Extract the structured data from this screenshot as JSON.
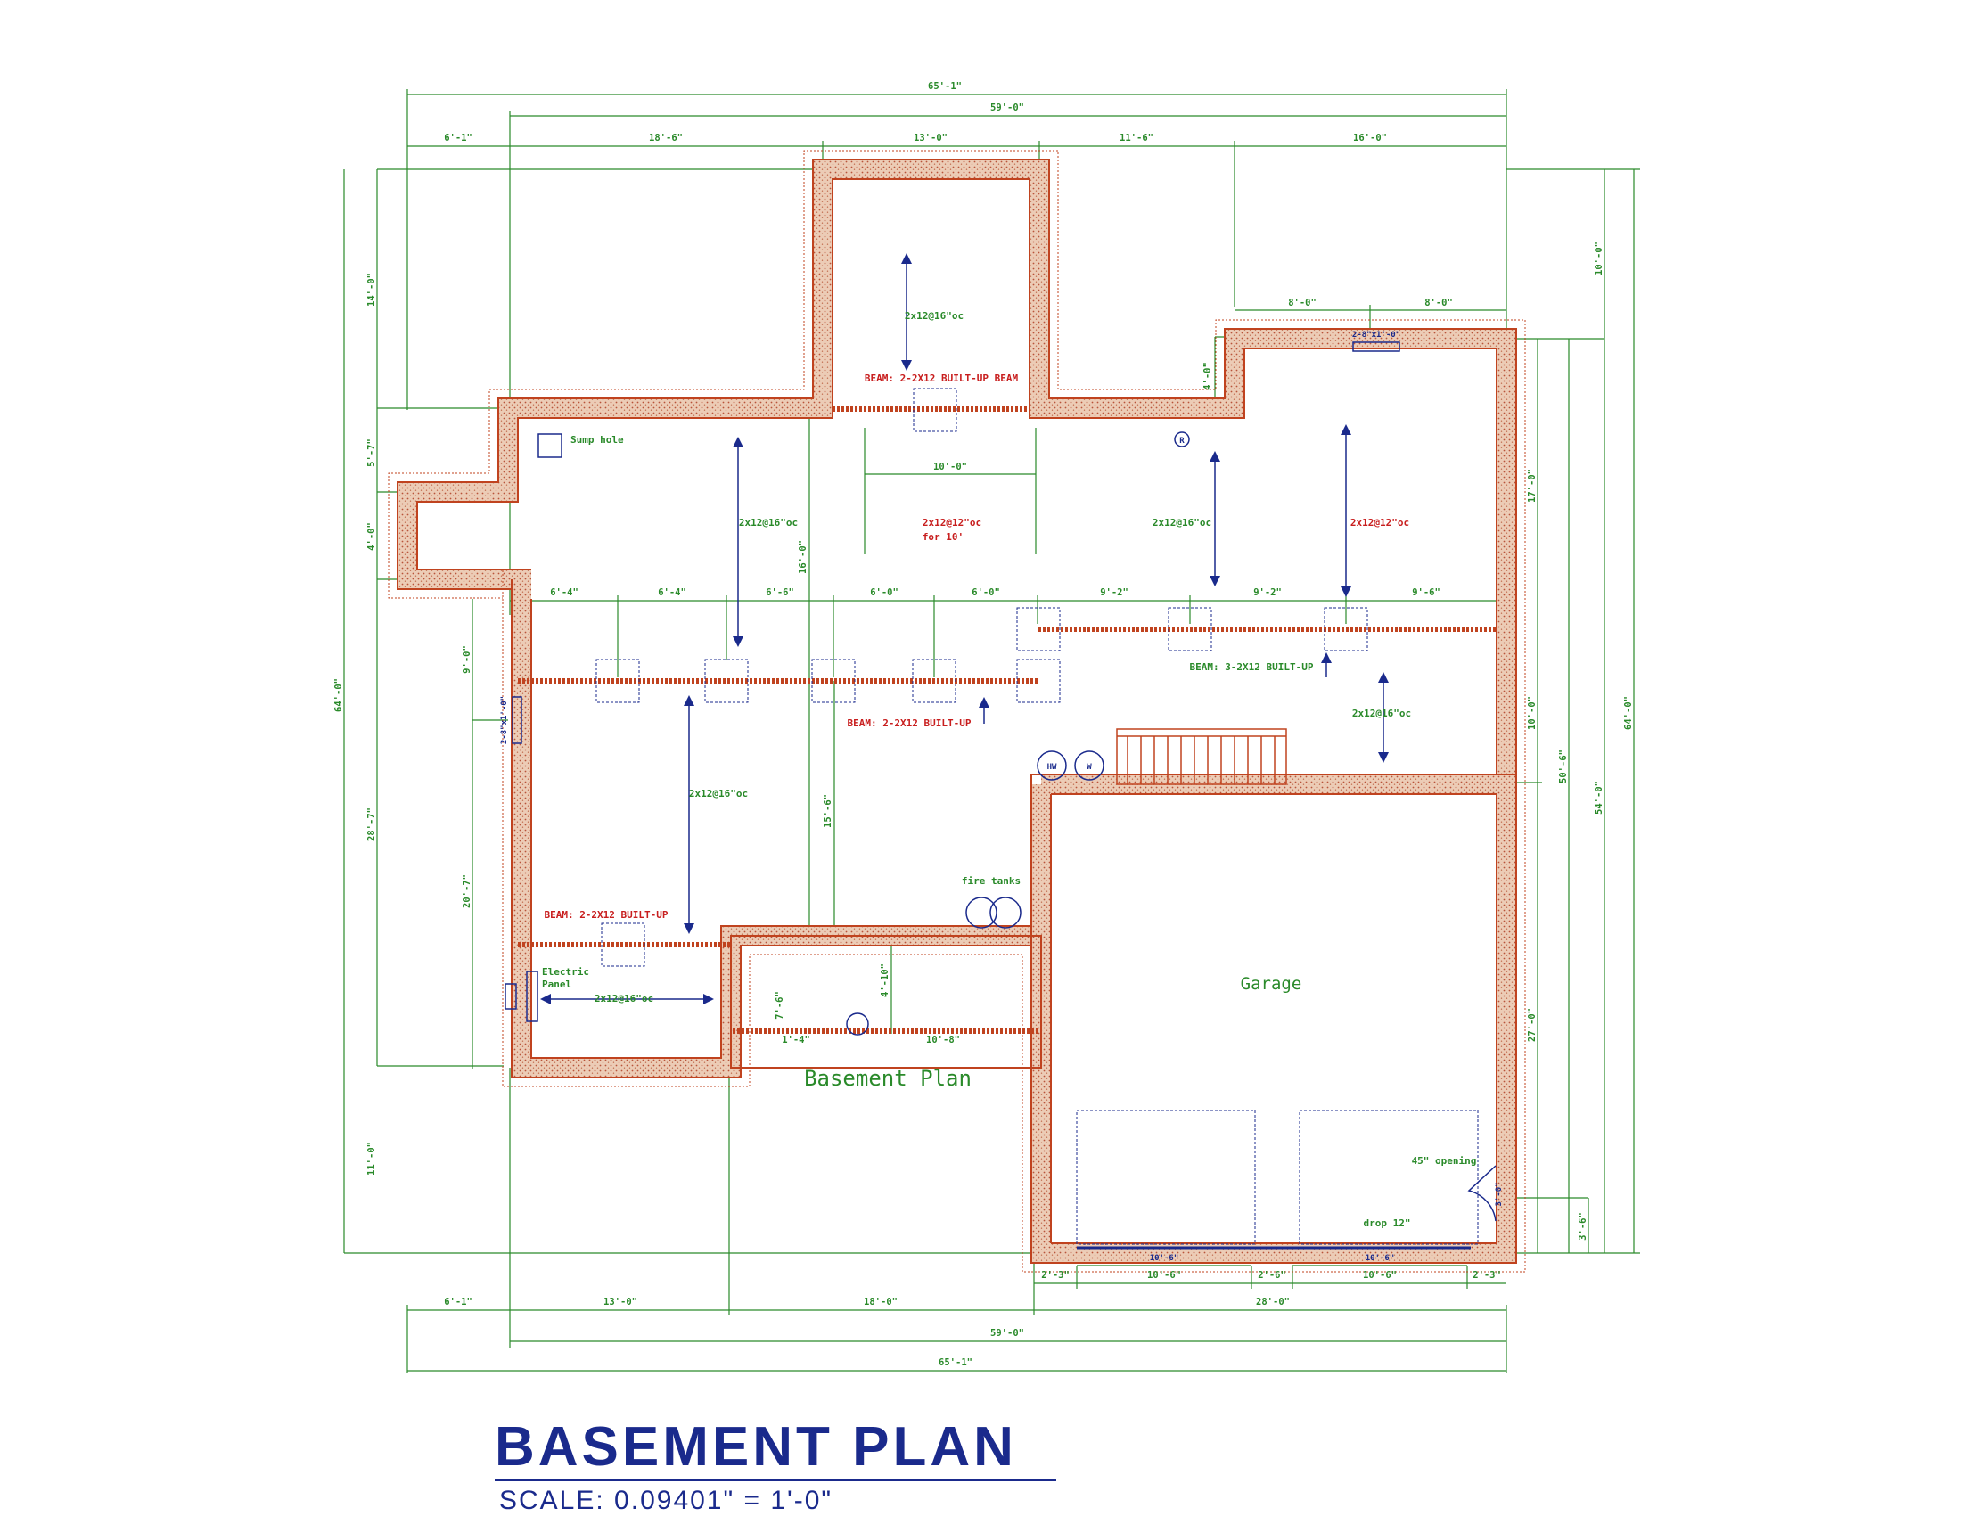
{
  "title": "BASEMENT PLAN",
  "scale": "SCALE: 0.09401\" = 1'-0\"",
  "plan_label": "Basement Plan",
  "rooms": {
    "garage": "Garage"
  },
  "labels": {
    "sump_hole": "Sump hole",
    "electric_panel_1": "Electric",
    "electric_panel_2": "Panel",
    "fire_tanks": "fire tanks",
    "hw": "HW",
    "w": "W",
    "r": "R",
    "opening_45": "45\" opening",
    "drop": "drop 12\"",
    "window_top": "2-8\"x1'-0\"",
    "window_left": "2-8\"x1'-0\"",
    "for_10": "for 10'"
  },
  "beams": {
    "top": "BEAM: 2-2X12 BUILT-UP BEAM",
    "middle": "BEAM: 2-2X12 BUILT-UP",
    "right": "BEAM: 3-2X12 BUILT-UP",
    "bottom_left": "BEAM: 2-2X12 BUILT-UP"
  },
  "joists": {
    "j16": "2x12@16\"oc",
    "j12": "2x12@12\"oc"
  },
  "dims": {
    "top_overall": "65'-1\"",
    "top_59": "59'-0\"",
    "top_a": "6'-1\"",
    "top_b": "18'-6\"",
    "top_c": "13'-0\"",
    "top_d": "11'-6\"",
    "top_e": "16'-0\"",
    "right_8a": "8'-0\"",
    "right_8b": "8'-0\"",
    "d_4_0_top": "4'-0\"",
    "d_10_0_open": "10'-0\"",
    "beam_a": "6'-4\"",
    "beam_b": "6'-4\"",
    "beam_c": "6'-6\"",
    "beam_d": "6'-0\"",
    "beam_e": "6'-0\"",
    "beam_f": "9'-2\"",
    "beam_g": "9'-2\"",
    "beam_h": "9'-6\"",
    "left_14": "14'-0\"",
    "left_5_7": "5'-7\"",
    "left_4": "4'-0\"",
    "left_64": "64'-0\"",
    "left_28_7": "28'-7\"",
    "left_11": "11'-0\"",
    "left_9": "9'-0\"",
    "left_20_7": "20'-7\"",
    "mid_16": "16'-0\"",
    "mid_15_6": "15'-6\"",
    "mid_4_10": "4'-10\"",
    "mid_7_6": "7'-6\"",
    "mid_1_4": "1'-4\"",
    "mid_10_8": "10'-8\"",
    "right_10_top": "10'-0\"",
    "right_17": "17'-0\"",
    "right_10": "10'-0\"",
    "right_27": "27'-0\"",
    "right_50_6": "50'-6\"",
    "right_54": "54'-0\"",
    "right_64": "64'-0\"",
    "right_3_6": "3'-6\"",
    "right_3_0": "3'-0\"",
    "bot_a": "6'-1\"",
    "bot_b": "13'-0\"",
    "bot_c": "18'-0\"",
    "bot_28": "28'-0\"",
    "bot_59": "59'-0\"",
    "bot_65": "65'-1\"",
    "gar_a": "2'-3\"",
    "gar_b": "10'-6\"",
    "gar_c": "2'-6\"",
    "gar_d": "10'-6\"",
    "gar_e": "2'-3\"",
    "door_a": "10'-6\"",
    "door_b": "10'-6\""
  },
  "colors": {
    "wall": "#c0431f",
    "wall_fill": "#e7c2a8",
    "dimension": "#2a8a2a",
    "beam_note": "#c81e1e",
    "joist_arrow": "#1a2a8c",
    "title": "#1a2a8c"
  }
}
